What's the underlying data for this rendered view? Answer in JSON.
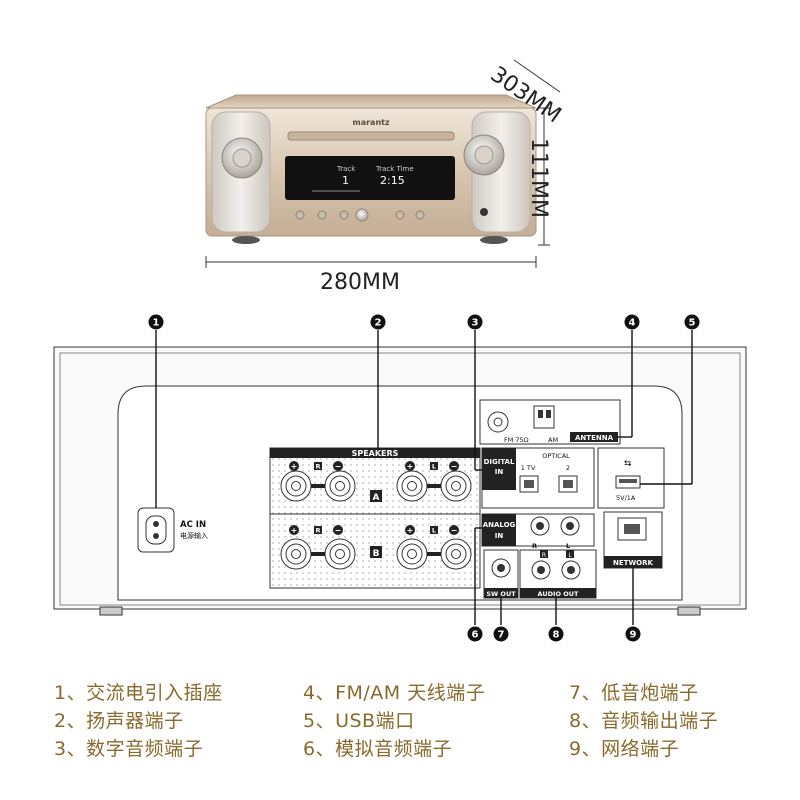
{
  "dimensions": {
    "depth": "303MM",
    "height": "111MM",
    "width": "280MM"
  },
  "device": {
    "brand": "marantz",
    "display_track_label": "Track",
    "display_track_value": "1",
    "display_time_label": "Track Time",
    "display_time_value": "2:15"
  },
  "callout_numbers": [
    "1",
    "2",
    "3",
    "4",
    "5",
    "6",
    "7",
    "8",
    "9"
  ],
  "panel_labels": {
    "ac_in": "AC IN",
    "ac_in_cn": "电源输入",
    "speakers": "SPEAKERS",
    "zone_a": "A",
    "zone_b": "B",
    "fm": "FM 75Ω",
    "am": "AM",
    "antenna": "ANTENNA",
    "digital_in": [
      "DIGITAL",
      "IN"
    ],
    "optical": "OPTICAL",
    "optical_1": "1 TV",
    "optical_2": "2",
    "usb_power": "5V/1A",
    "analog_in": [
      "ANALOG",
      "IN"
    ],
    "network": "NETWORK",
    "sw_out": "SW OUT",
    "audio_out": "AUDIO OUT",
    "r": "R",
    "l": "L",
    "plus": "+",
    "minus": "−"
  },
  "legend": [
    "1、交流电引入插座",
    "2、扬声器端子",
    "3、数字音频端子",
    "4、FM/AM  天线端子",
    "5、USB端口",
    "6、模拟音频端子",
    "7、低音炮端子",
    "8、音频输出端子",
    "9、网络端子"
  ],
  "colors": {
    "legend_text": "#8a6a2c",
    "device_body": "#d9c9b4",
    "display": "#111111",
    "label_bar": "#222222"
  }
}
